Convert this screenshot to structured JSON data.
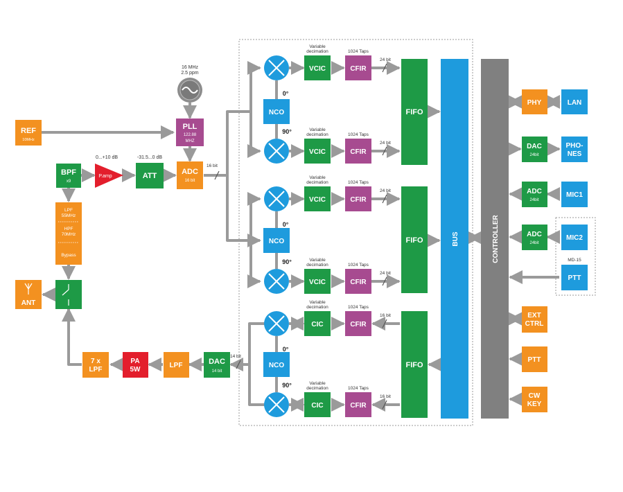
{
  "colors": {
    "orange": "#F39120",
    "green": "#1E9A46",
    "purple": "#A74B90",
    "blue": "#1E9BDD",
    "red": "#E31E2C",
    "gray": "#808080",
    "wire": "#9A9A9A"
  },
  "clock": {
    "line1": "16 MHz",
    "line2": "2.5 ppm"
  },
  "blocks": {
    "ref": {
      "label": "REF",
      "sub": "10MHz"
    },
    "pll": {
      "label": "PLL",
      "sub1": "122.88",
      "sub2": "MHZ"
    },
    "bpf": {
      "label": "BPF",
      "sub": "x9"
    },
    "preamp": {
      "label": "P.amp",
      "gain": "0...+10 dB"
    },
    "att": {
      "label": "ATT",
      "range": "-31.5...0 dB"
    },
    "adc_main": {
      "label": "ADC",
      "sub": "16 bit",
      "bus": "16 bit"
    },
    "filter_stack": {
      "lpf1": "LPF",
      "lpf2": "55MHz",
      "hpf1": "HPF",
      "hpf2": "70MHz",
      "bypass": "Bypass"
    },
    "ant": {
      "label": "ANT"
    },
    "lpf7": {
      "line1": "7 x",
      "line2": "LPF"
    },
    "pa": {
      "line1": "PA",
      "line2": "5W"
    },
    "lpf_tx": {
      "label": "LPF"
    },
    "dac_main": {
      "label": "DAC",
      "sub": "14 bit",
      "bus": "14 bit"
    },
    "fifo": {
      "label": "FIFO"
    },
    "bus": {
      "label": "BUS"
    },
    "controller": {
      "label": "CONTROLLER"
    },
    "phy": {
      "label": "PHY"
    },
    "lan": {
      "label": "LAN"
    },
    "dac_audio": {
      "label": "DAC",
      "sub": "24bit"
    },
    "phones": {
      "line1": "PHO-",
      "line2": "NES"
    },
    "adc_mic1": {
      "label": "ADC",
      "sub": "24bit"
    },
    "mic1": {
      "label": "MIC1"
    },
    "adc_mic2": {
      "label": "ADC",
      "sub": "24bit"
    },
    "mic2": {
      "label": "MIC2"
    },
    "md15": {
      "label": "MD-15"
    },
    "ptt_md": {
      "label": "PTT"
    },
    "ext": {
      "line1": "EXT",
      "line2": "CTRL"
    },
    "ptt": {
      "label": "PTT"
    },
    "cwkey": {
      "line1": "CW",
      "line2": "KEY"
    }
  },
  "ddc": {
    "nco": "NCO",
    "deg0": "0°",
    "deg90": "90°",
    "var1": "Variable",
    "var2": "decimation",
    "taps": "1024 Taps",
    "cfir": "CFIR",
    "rows": [
      {
        "filter": "VCIC",
        "bits": "24 bit"
      },
      {
        "filter": "VCIC",
        "bits": "24 bit"
      },
      {
        "filter": "VCIC",
        "bits": "24 bit"
      },
      {
        "filter": "VCIC",
        "bits": "24 bit"
      },
      {
        "filter": "CIC",
        "bits": "16 bit"
      },
      {
        "filter": "CIC",
        "bits": "16 bit"
      }
    ]
  }
}
